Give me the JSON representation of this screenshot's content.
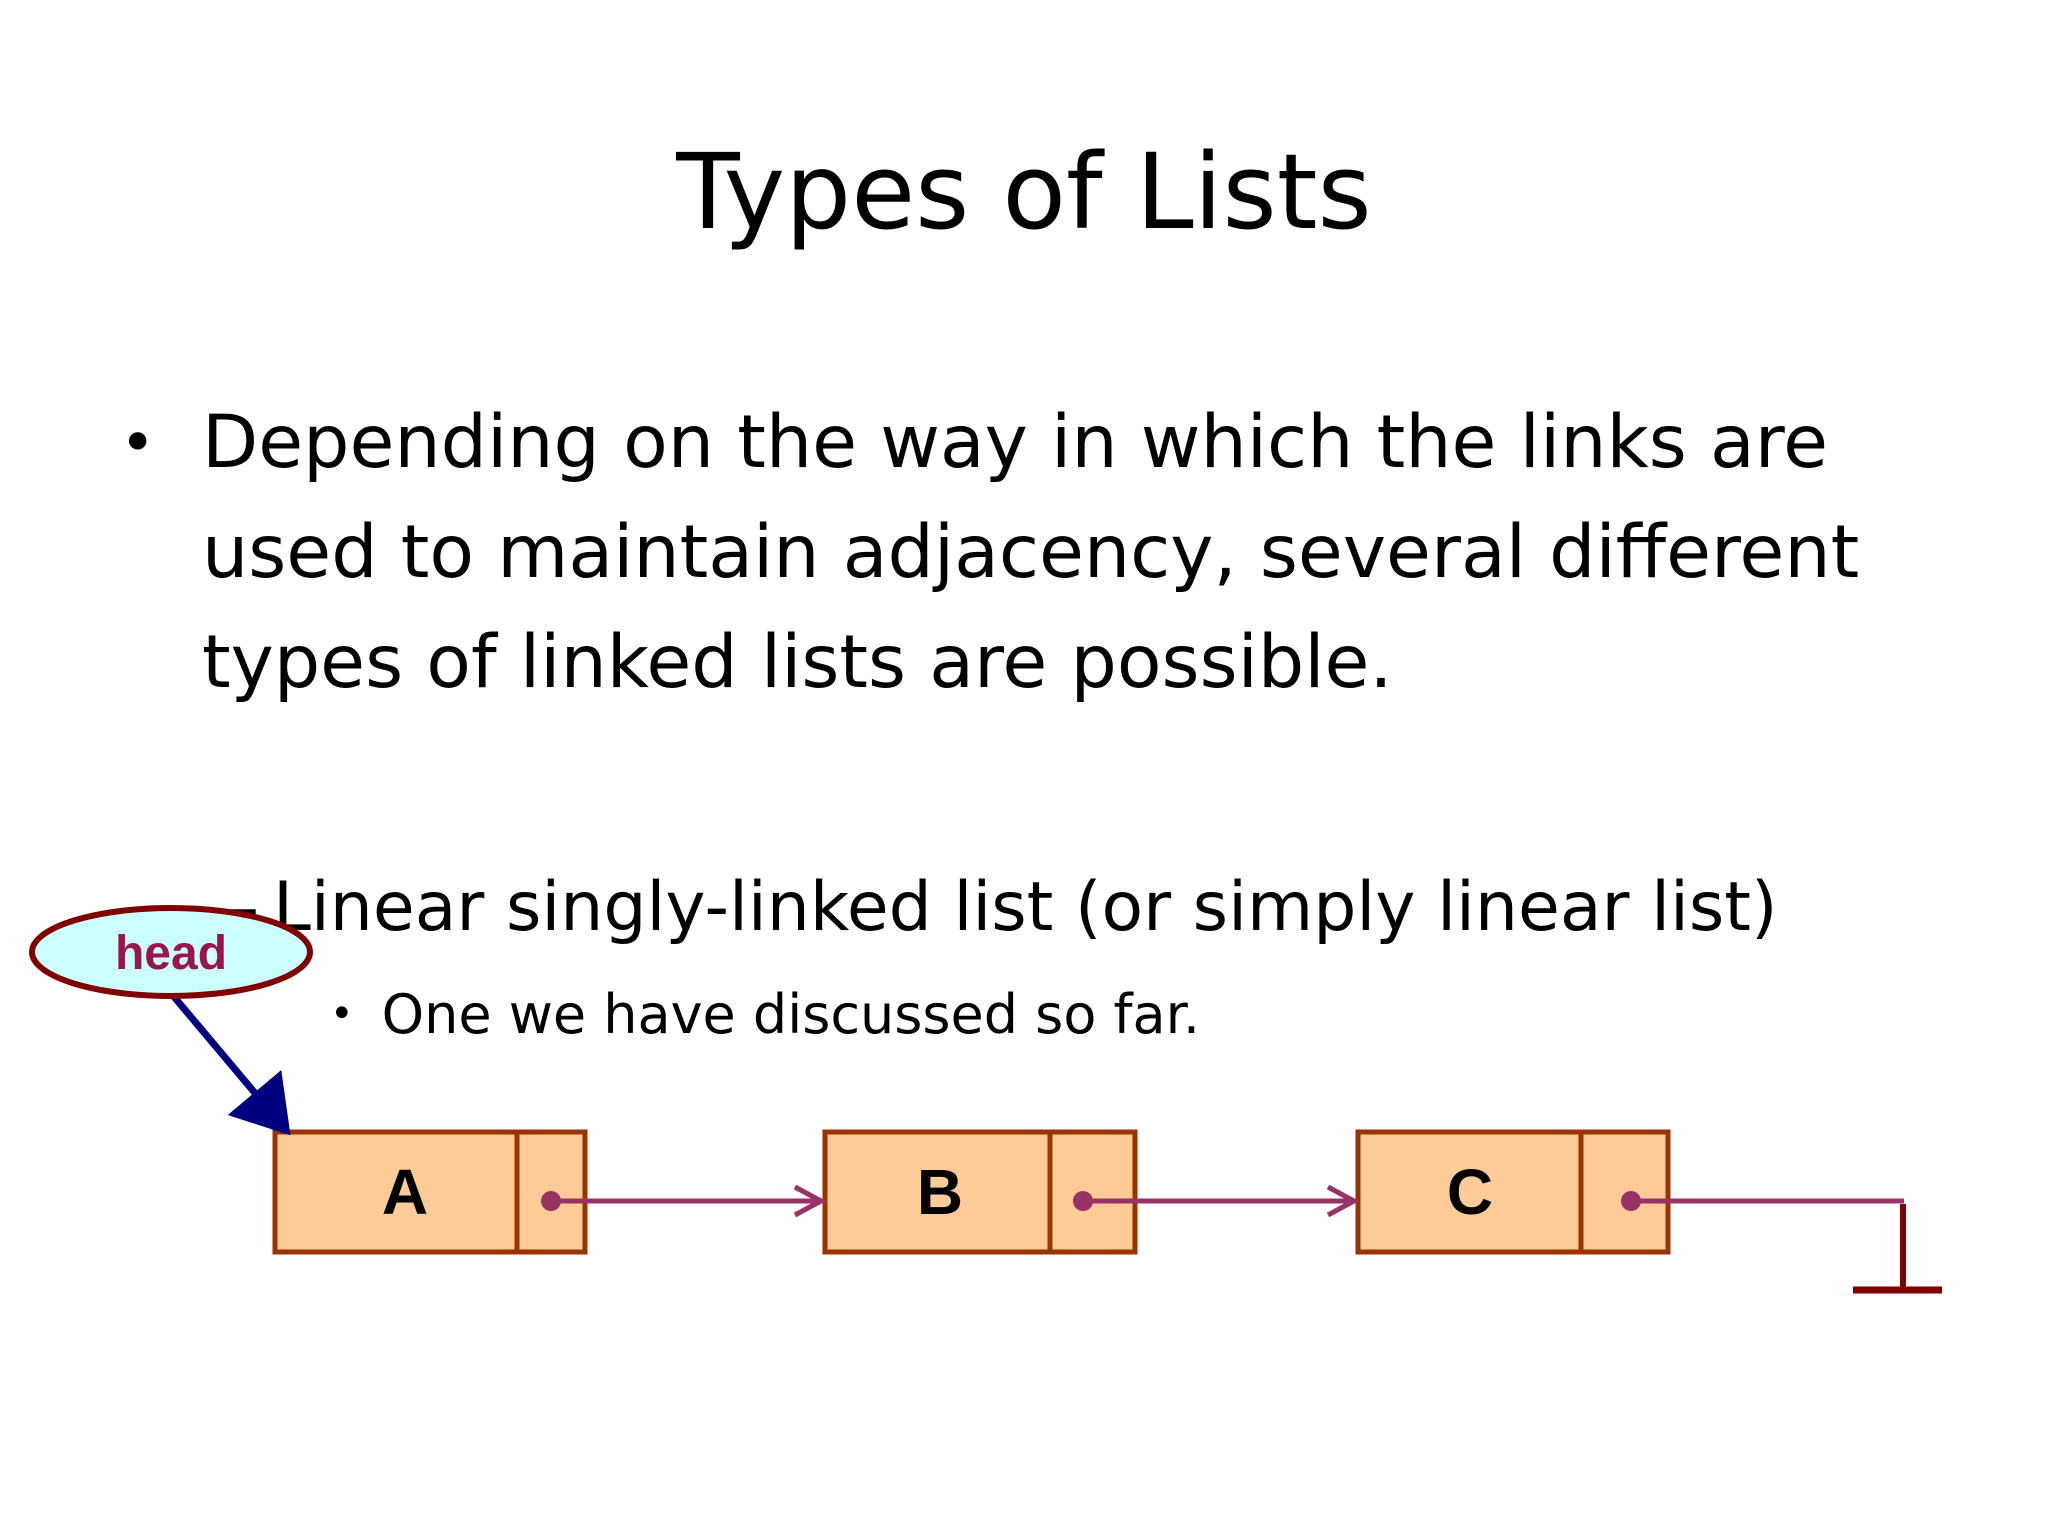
{
  "slide": {
    "title": "Types of Lists",
    "bullet1": "Depending on the way in which the links are used to maintain adjacency, several different types of linked lists are possible.",
    "bullet2_dash": "–",
    "bullet2": "Linear singly-linked list (or simply linear list)",
    "bullet3": "One we have discussed so far."
  },
  "diagram": {
    "head_label": "head",
    "nodes": [
      "A",
      "B",
      "C"
    ],
    "colors": {
      "node_fill": "#fccb97",
      "node_border": "#993300",
      "link_color": "#993366",
      "head_fill": "#ccffff",
      "head_border": "#800000",
      "head_text": "#99154a",
      "head_arrow": "#000080",
      "null_color": "#800000"
    }
  }
}
